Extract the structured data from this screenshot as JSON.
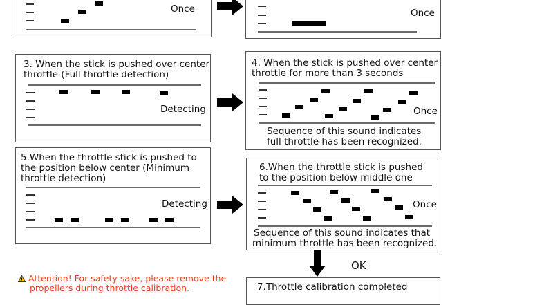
{
  "steps": [
    {
      "id": "1",
      "title": "",
      "status": "Once",
      "pattern": "rising-3"
    },
    {
      "id": "2",
      "title": "",
      "status": "Once",
      "pattern": "long-low"
    },
    {
      "id": "3",
      "title_line1": "3. When the stick is pushed over center",
      "title_line2": "throttle  (Full throttle detection)",
      "status": "Detecting",
      "pattern": "top-repeated"
    },
    {
      "id": "4",
      "title_line1": "4. When the stick is pushed over center",
      "title_line2": "throttle for more than 3 seconds",
      "status": "Once",
      "caption_line1": "Sequence of this sound indicates",
      "caption_line2": "full throttle has been recognized.",
      "pattern": "rising-4x3"
    },
    {
      "id": "5",
      "title_line1": "5.When the throttle stick is pushed to",
      "title_line2": "the position below center (Minimum",
      "title_line3": "throttle detection)",
      "status": "Detecting",
      "pattern": "bottom-pairs"
    },
    {
      "id": "6",
      "title_line1": "6.When the throttle stick is pushed",
      "title_line2": "to the position below middle one",
      "status": "Once",
      "caption_line1": "Sequence of this sound indicates that",
      "caption_line2": "minimum throttle has been recognized.",
      "pattern": "falling-4x3"
    },
    {
      "id": "7",
      "title_line1": "7.Throttle calibration completed"
    }
  ],
  "ok_label": "OK",
  "warning": {
    "icon": "warning-triangle-icon",
    "line1": "Attention! For safety sake, please remove the",
    "line2": "propellers during throttle calibration.",
    "color": "#f0401e"
  }
}
